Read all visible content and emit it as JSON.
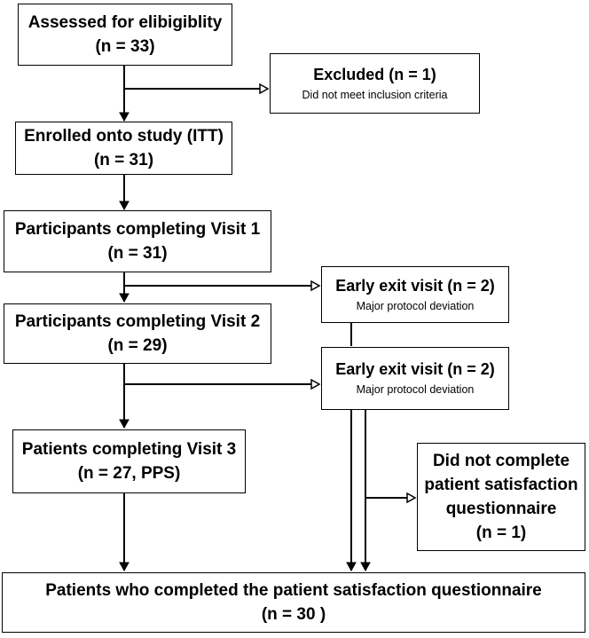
{
  "boxes": {
    "assessed": {
      "title": "Assessed for elibigiblity",
      "count": "(n = 33)"
    },
    "excluded": {
      "title": "Excluded (n = 1)",
      "reason": "Did not meet inclusion criteria"
    },
    "enrolled": {
      "title": "Enrolled onto study (ITT)",
      "count": "(n = 31)"
    },
    "visit1": {
      "title": "Participants completing Visit 1",
      "count": "(n = 31)"
    },
    "exit1": {
      "title": "Early exit visit (n = 2)",
      "reason": "Major protocol deviation"
    },
    "visit2": {
      "title": "Participants completing Visit 2",
      "count": "(n = 29)"
    },
    "exit2": {
      "title": "Early exit visit (n = 2)",
      "reason": "Major protocol deviation"
    },
    "visit3": {
      "title": "Patients completing Visit 3",
      "count": "(n = 27, PPS)"
    },
    "not_completed": {
      "line1": "Did not complete",
      "line2": "patient satisfaction",
      "line3": "questionnaire",
      "count": "(n = 1)"
    },
    "completed": {
      "title": "Patients who completed the patient satisfaction questionnaire",
      "count": "(n = 30 )"
    }
  }
}
